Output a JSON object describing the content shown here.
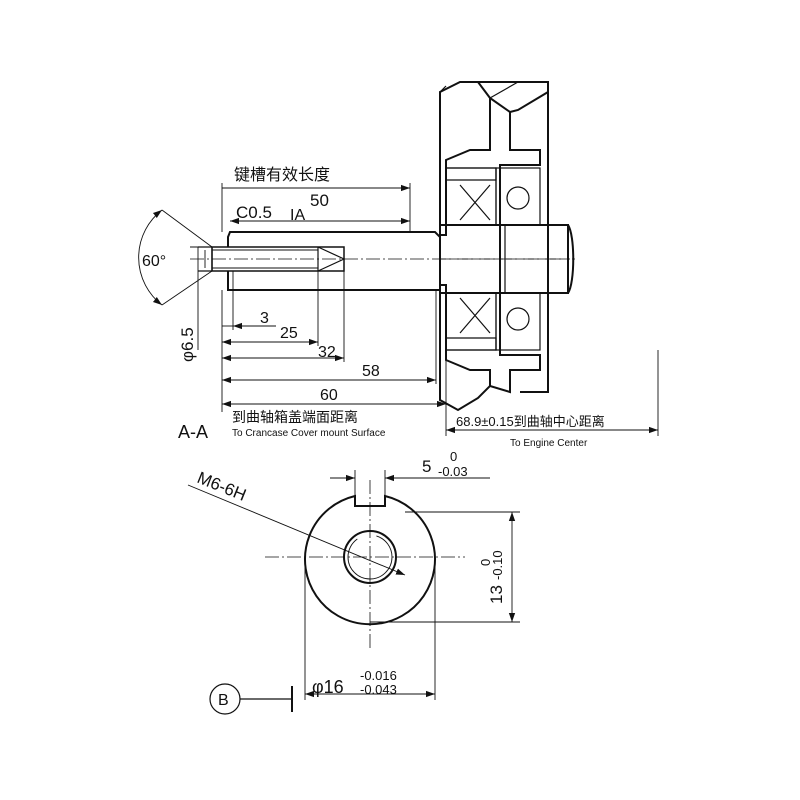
{
  "top_view": {
    "keyway_label": "键槽有效长度",
    "chamfer": "C0.5",
    "ia": "IA",
    "dim_50": "50",
    "angle": "60°",
    "dia_6_5": "φ6.5",
    "dim_3": "3",
    "dim_25": "25",
    "dim_32": "32",
    "dim_58": "58",
    "dim_60": "60",
    "cover_cn": "到曲轴箱盖端面距离",
    "cover_en": "To Crancase Cover mount Surface",
    "engine_center_cn": "68.9±0.15到曲轴中心距离",
    "engine_center_en": "To Engine Center",
    "section": "A-A"
  },
  "section_view": {
    "thread": "M6-6H",
    "key_width": "5",
    "key_tol_upper": "0",
    "key_tol_lower": "-0.03",
    "depth": "13",
    "depth_tol_upper": "0",
    "depth_tol_lower": "-0.10",
    "dia": "φ16",
    "dia_tol_upper": "-0.016",
    "dia_tol_lower": "-0.043",
    "ref_label": "B"
  }
}
